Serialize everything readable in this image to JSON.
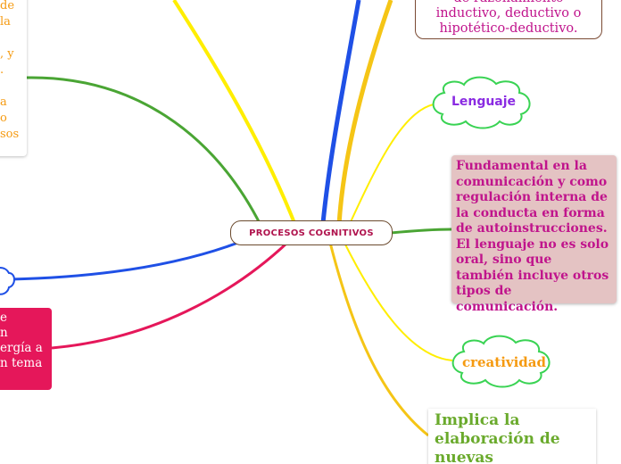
{
  "central": {
    "title": "PROCESOS COGNITIVOS"
  },
  "left_card": {
    "text": "de\nla\n\n, y\n.\n\na\no\nsos"
  },
  "top_right": {
    "text": "de razonamiento\ninductivo, deductivo o\nhipotético-deductivo."
  },
  "lenguaje": {
    "title": "Lenguaje"
  },
  "lenguaje_desc": {
    "text": "Fundamental en la comunicación y como regulación interna de la conducta en forma de autoinstrucciones. El lenguaje no es solo oral, sino que también incluye otros tipos de comunicación."
  },
  "creatividad": {
    "title": "creatividad"
  },
  "creatividad_desc": {
    "text": "Implica la elaboración de nuevas estrategias"
  },
  "pink_box": {
    "text": "e\nn\nergía a\nn tema"
  },
  "colors": {
    "yellow": "#ffee00",
    "blue": "#1f50e6",
    "green": "#4aa534",
    "pink": "#e5175a",
    "orange_yellow": "#f5c516",
    "magenta_text": "#c0148c",
    "cloud_green": "#39d353"
  }
}
